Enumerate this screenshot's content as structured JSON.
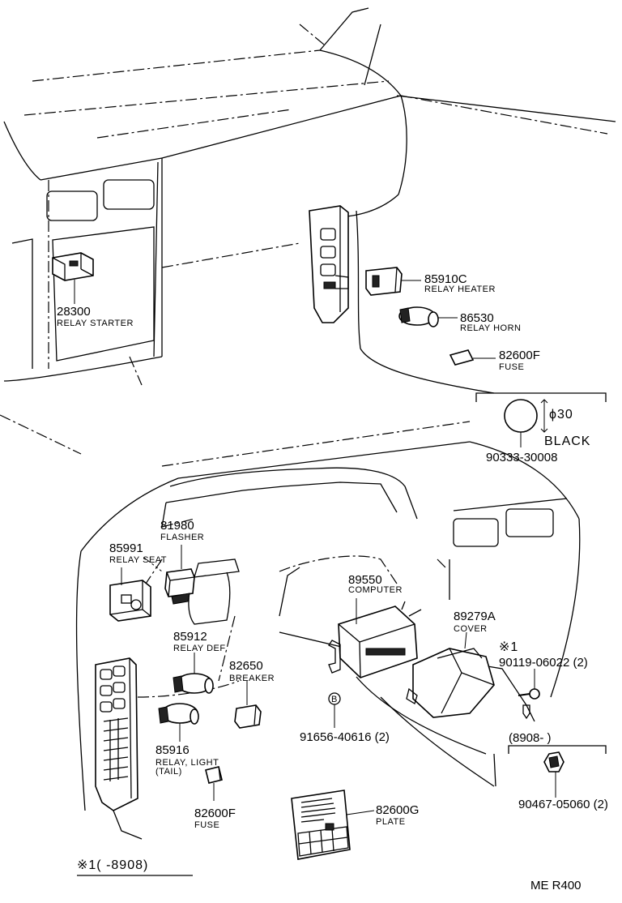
{
  "parts": {
    "relay_starter": {
      "number": "28300",
      "name": "RELAY STARTER"
    },
    "relay_heater": {
      "number": "85910C",
      "name": "RELAY HEATER"
    },
    "relay_horn": {
      "number": "86530",
      "name": "RELAY HORN"
    },
    "fuse_upper": {
      "number": "82600F",
      "name": "FUSE"
    },
    "plug_black": {
      "number": "90333-30008",
      "dimension": "ϕ30",
      "color": "BLACK"
    },
    "flasher": {
      "number": "81980",
      "name": "FLASHER"
    },
    "relay_seat": {
      "number": "85991",
      "name": "RELAY SEAT"
    },
    "computer": {
      "number": "89550",
      "name": "COMPUTER"
    },
    "cover": {
      "number": "89279A",
      "name": "COVER"
    },
    "relay_def": {
      "number": "85912",
      "name": "RELAY DEF"
    },
    "breaker": {
      "number": "82650",
      "name": "BREAKER"
    },
    "screw_a": {
      "number": "90119-06022 (2)"
    },
    "bolt_b": {
      "number": "91656-40616 (2)",
      "marker": "B"
    },
    "relay_light": {
      "number": "85916",
      "name_line1": "RELAY, LIGHT",
      "name_line2": "(TAIL)"
    },
    "fuse_lower": {
      "number": "82600F",
      "name": "FUSE"
    },
    "plate": {
      "number": "82600G",
      "name": "PLATE"
    },
    "bulb": {
      "number": "90467-05060 (2)",
      "range": "(8908-        )"
    }
  },
  "notes": {
    "ref_mark": "※1",
    "footnote": "※1(      -8908)",
    "code": "ME  R400"
  }
}
